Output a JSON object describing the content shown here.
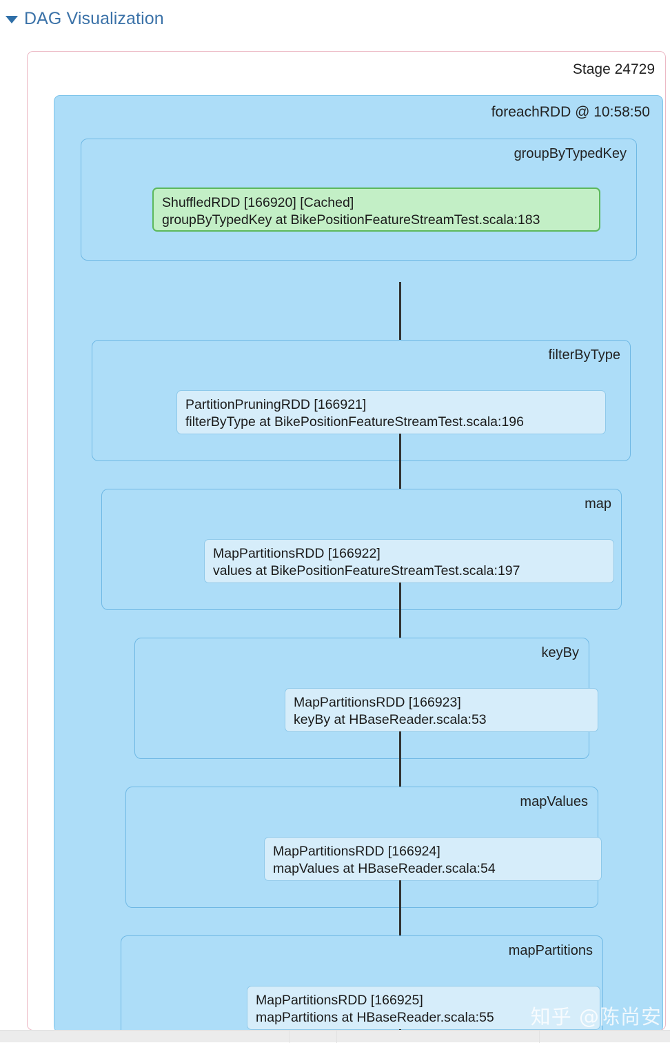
{
  "header": {
    "toggle_icon": "caret-down-icon",
    "title": "DAG Visualization"
  },
  "stage": {
    "label": "Stage 24729"
  },
  "job": {
    "label": "foreachRDD @ 10:58:50"
  },
  "colors": {
    "header_text": "#3b72a8",
    "stage_border": "#ecb9c5",
    "job_fill": "#ADDDF8",
    "job_border": "#7ec4ea",
    "scope_border": "#6fb8e4",
    "rdd_fill": "#D6EDFA",
    "rdd_border": "#8fc9ea",
    "cached_fill": "#C3EFC6",
    "cached_border": "#5cb85c",
    "arrow": "#333333"
  },
  "scopes": [
    {
      "label": "groupByTypedKey",
      "rdd": {
        "line1": "ShuffledRDD [166920] [Cached]",
        "line2": "groupByTypedKey at BikePositionFeatureStreamTest.scala:183",
        "cached": true
      }
    },
    {
      "label": "filterByType",
      "rdd": {
        "line1": "PartitionPruningRDD [166921]",
        "line2": "filterByType at BikePositionFeatureStreamTest.scala:196",
        "cached": false
      }
    },
    {
      "label": "map",
      "rdd": {
        "line1": "MapPartitionsRDD [166922]",
        "line2": "values at BikePositionFeatureStreamTest.scala:197",
        "cached": false
      }
    },
    {
      "label": "keyBy",
      "rdd": {
        "line1": "MapPartitionsRDD [166923]",
        "line2": "keyBy at HBaseReader.scala:53",
        "cached": false
      }
    },
    {
      "label": "mapValues",
      "rdd": {
        "line1": "MapPartitionsRDD [166924]",
        "line2": "mapValues at HBaseReader.scala:54",
        "cached": false
      }
    },
    {
      "label": "mapPartitions",
      "rdd": {
        "line1": "MapPartitionsRDD [166925]",
        "line2": "mapPartitions at HBaseReader.scala:55",
        "cached": false
      }
    }
  ],
  "watermark": {
    "text": "知乎 @陈尚安"
  }
}
